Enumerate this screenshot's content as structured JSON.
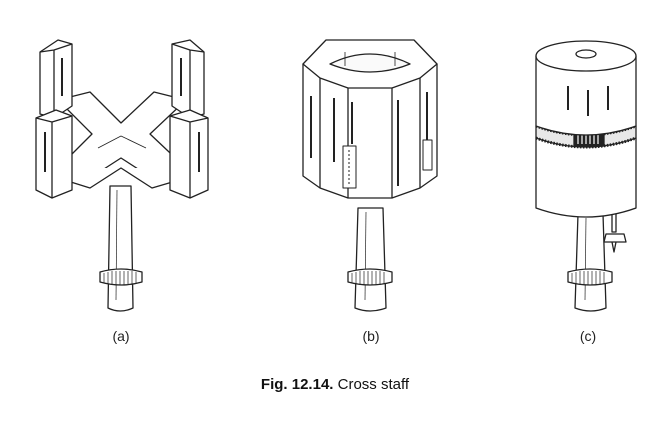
{
  "figure": {
    "labels": {
      "a": "(a)",
      "b": "(b)",
      "c": "(c)"
    },
    "caption_number": "Fig. 12.14.",
    "caption_text": "Cross staff"
  }
}
